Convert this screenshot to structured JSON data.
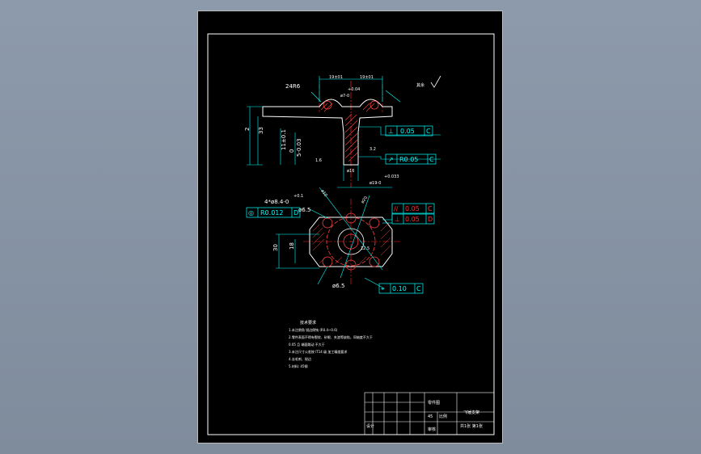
{
  "drawing": {
    "top_view": {
      "fillet": "24R6",
      "dim_left": "19±01",
      "dim_right": "19±01",
      "tol_top": "+0.04",
      "tol_top2": "ø7-0",
      "roughness_mark": "其余",
      "height_2": "2",
      "height_33": "33",
      "height_11": "11±0.1",
      "height_0": "0",
      "height_5": "5-0.03",
      "dim_16": "ø16",
      "dim_19": "ø19-0",
      "tol_033": "+0.033",
      "fcf_perp_sym": "⊥",
      "fcf_perp_val": "0.05",
      "fcf_perp_ref": "C",
      "fcf_runout_sym": "↗",
      "fcf_runout_val": "R0.05",
      "fcf_runout_ref": "C",
      "rough_a": "1.6",
      "rough_b": "3.2"
    },
    "bottom_view": {
      "holes": "4*ø8.4-0",
      "holes_tol": "+0.1",
      "dim_65_top": "ø6.5",
      "dim_65_bot": "ø6.5",
      "dim_30": "30",
      "dim_18": "18",
      "dim_12_5": "12.5",
      "angle_a": "ø10",
      "angle_b": "ø20",
      "fcf_conc_sym": "◎",
      "fcf_conc_val": "R0.012",
      "fcf_conc_ref": "D",
      "fcf_par_sym": "//",
      "fcf_par_val": "0.05",
      "fcf_par_ref": "C",
      "fcf_perp2_sym": "⊥",
      "fcf_perp2_val": "0.05",
      "fcf_perp2_ref": "D",
      "fcf_pos_sym": "⌖",
      "fcf_pos_val": "0.10",
      "fcf_pos_ref": "C"
    },
    "notes": {
      "title": "技术要求",
      "line1": "1.未注倒角 锐边倒钝 (R0.4~0.6)",
      "line2": "2.零件表面不得有裂纹、砂眼、夹渣等缺陷，同轴度不大于",
      "line3": "0.05  且 端面跳动 不大于",
      "line4": "3.未注尺寸公差按 IT14 级 加工精度要求",
      "line5": "4.去毛刺、锐边",
      "line6": "5.材料: 45钢"
    },
    "title_block": {
      "name": "零件图",
      "drawing_no": "飞锤支架",
      "scale": "比例",
      "sheet": "共1张 第1张",
      "material": "45",
      "designer": "设计",
      "checker": "审核"
    }
  },
  "colors": {
    "sheet": "#000000",
    "outline": "#ffffff",
    "centerline": "#ff2020",
    "dimension": "#00ffff",
    "hatch": "#ff4040",
    "red_fcf": "#ff3030"
  }
}
